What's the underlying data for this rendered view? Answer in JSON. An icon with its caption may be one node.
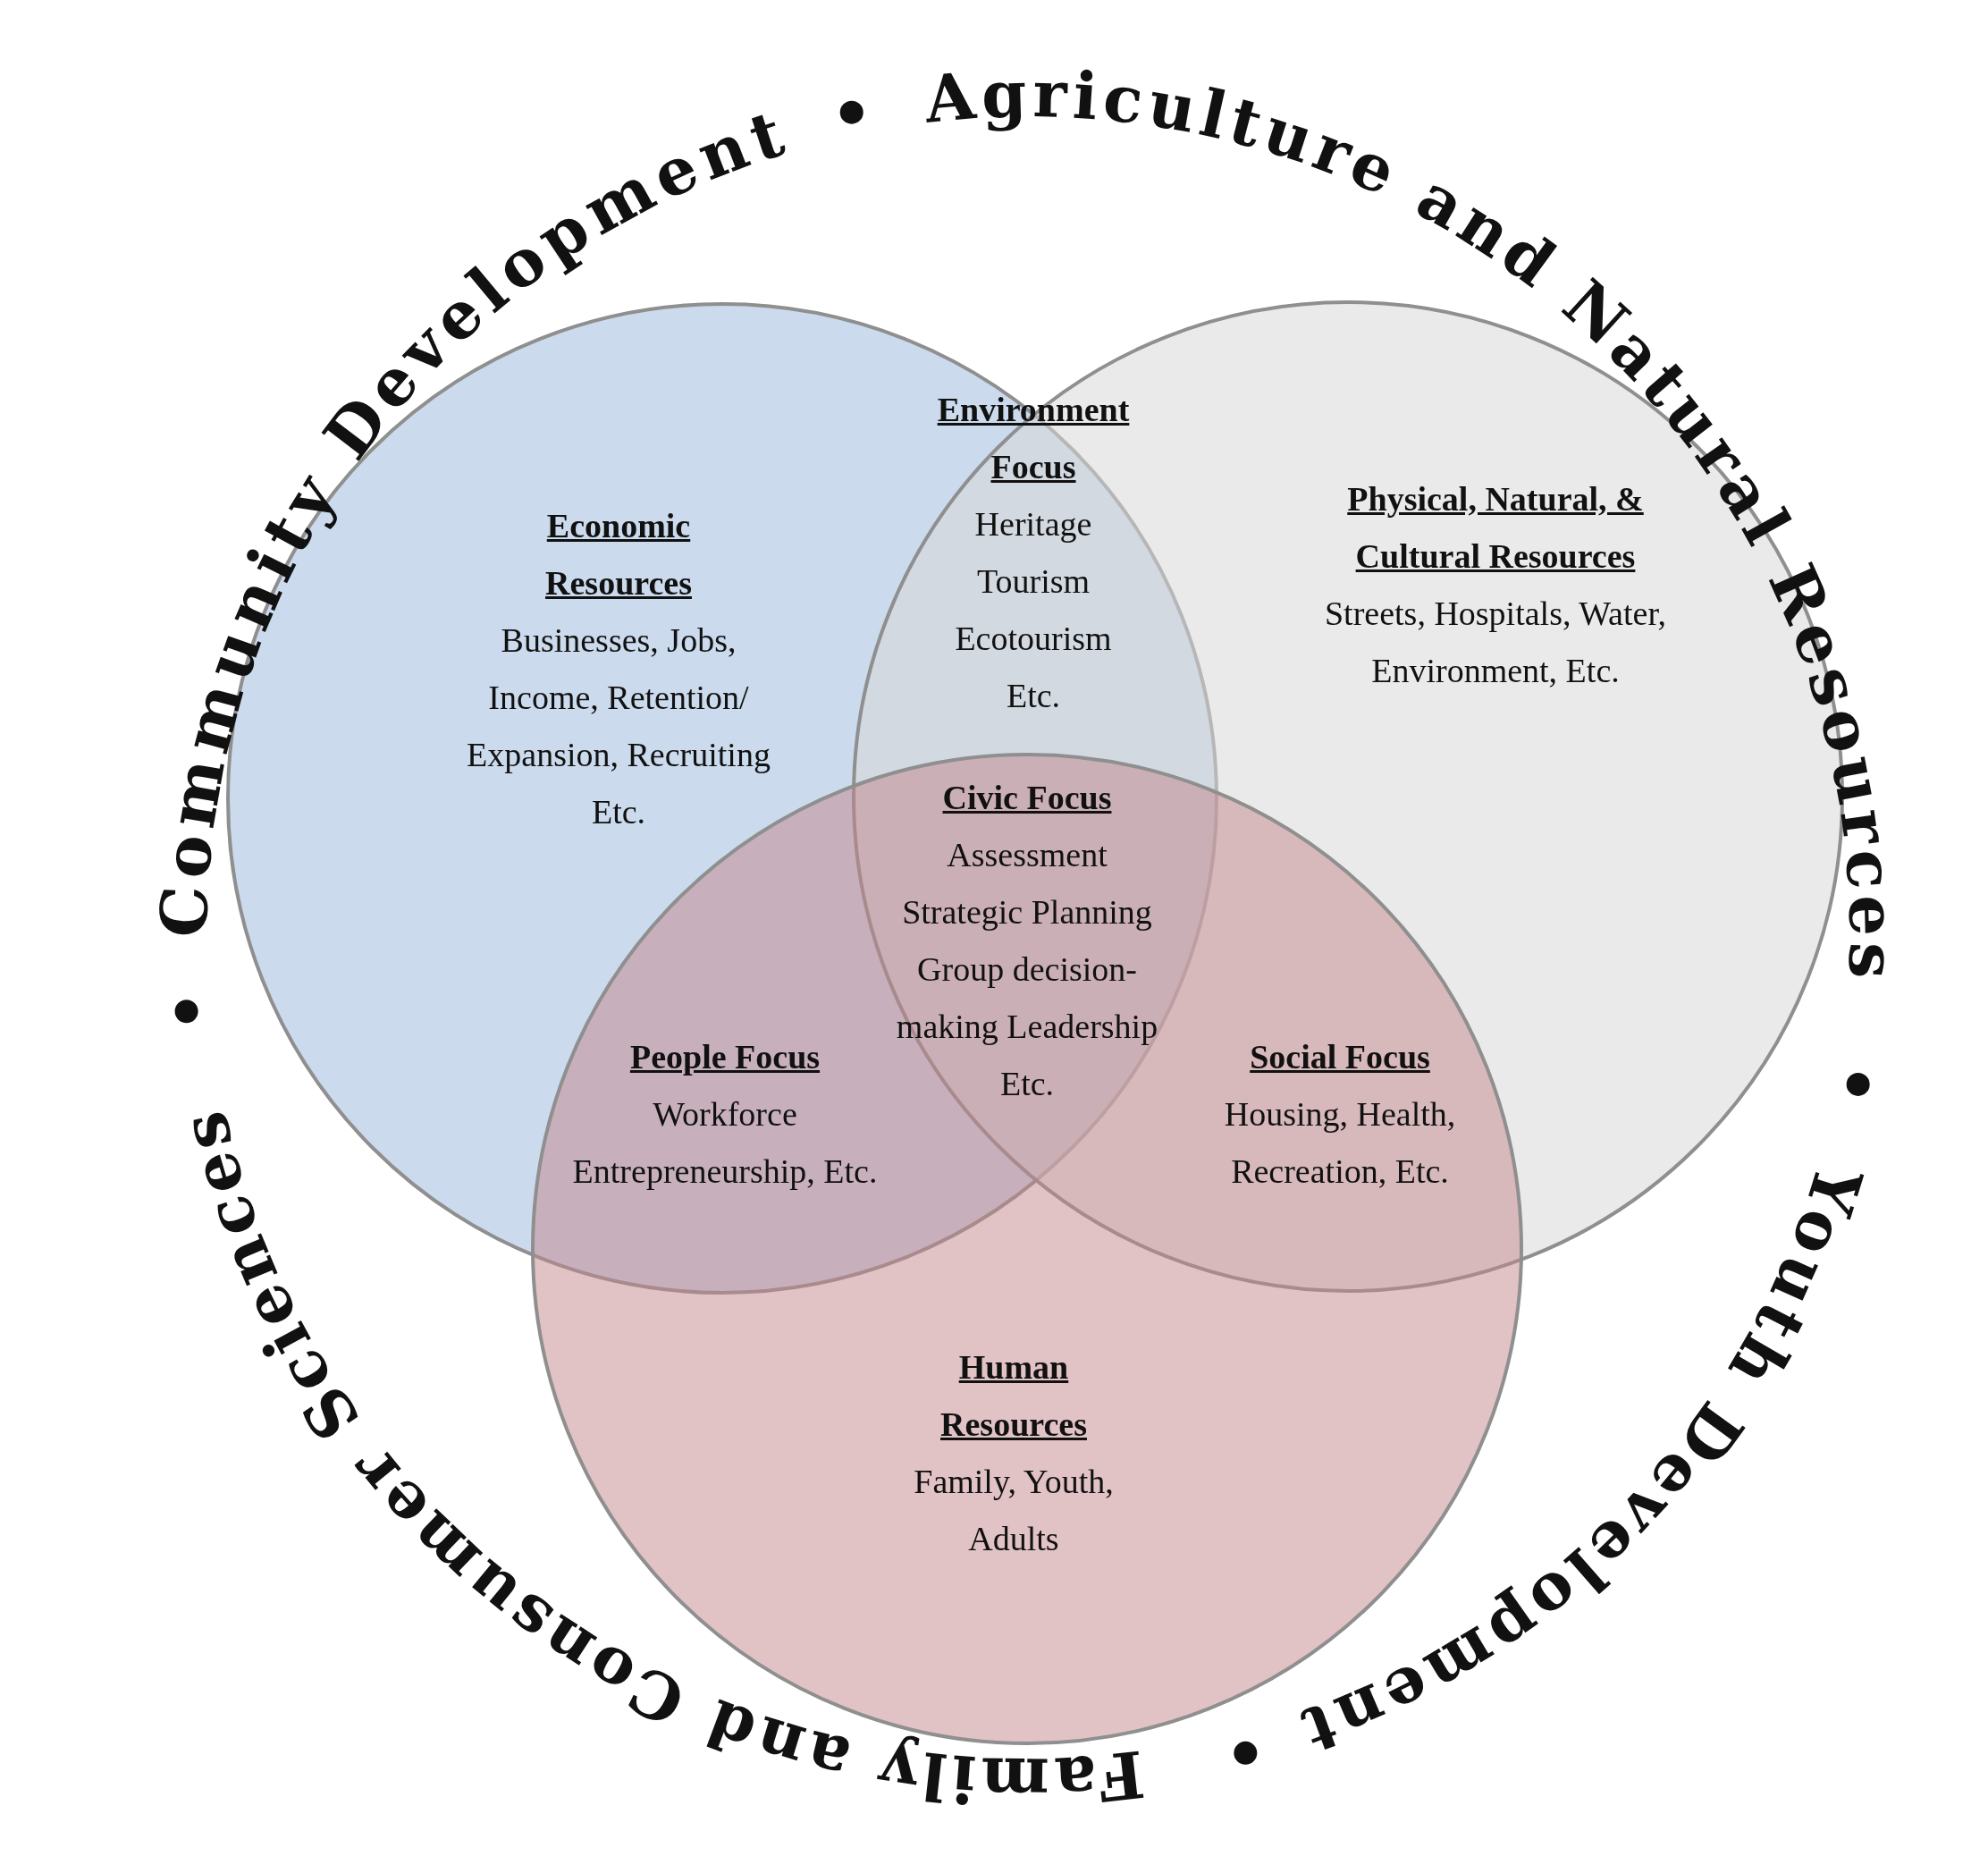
{
  "diagram": {
    "nodes": [
      {
        "text": [
          "Economic Resources",
          "Businesses, Jobs, Income, Retention/ Expansion, Recruiting Etc."
        ]
      },
      {
        "text": [
          "Physical, Natural, & Cultural Resources",
          "Streets, Hospitals, Water, Environment, Etc."
        ]
      },
      {
        "text": [
          "Human Resources",
          "Family, Youth, Adults"
        ]
      }
    ],
    "edges": [],
    "labels": [
      "Community Development",
      "Agriculture and Natural Resources",
      "Environment Focus",
      "Heritage Tourism Ecotourism Etc.",
      "Civic Focus",
      "Assessment Strategic Planning Group decision-making Leadership Etc.",
      "People Focus",
      "Workforce Entrepreneurship, Etc.",
      "Social Focus",
      "Housing, Health, Recreation, Etc.",
      "Youth Development",
      "Family and Consumer Sciences"
    ]
  }
}
